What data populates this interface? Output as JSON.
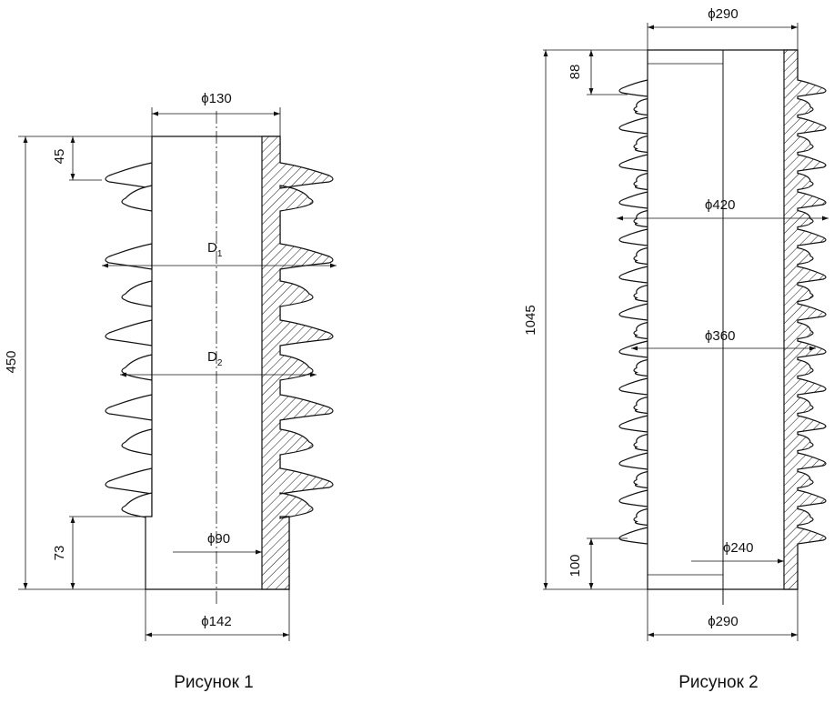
{
  "figure1": {
    "caption": "Рисунок 1",
    "dims": {
      "top_diameter": "ϕ130",
      "height_total": "450",
      "top_offset": "45",
      "d1": "D",
      "d1_sub": "1",
      "d2": "D",
      "d2_sub": "2",
      "inner_diameter": "ϕ90",
      "bottom_height": "73",
      "bottom_diameter": "ϕ142"
    }
  },
  "figure2": {
    "caption": "Рисунок 2",
    "dims": {
      "top_diameter": "ϕ290",
      "top_offset": "88",
      "height_total": "1045",
      "shed_big": "ϕ420",
      "shed_small": "ϕ360",
      "inner_diameter": "ϕ240",
      "bottom_height": "100",
      "bottom_diameter": "ϕ290"
    }
  }
}
